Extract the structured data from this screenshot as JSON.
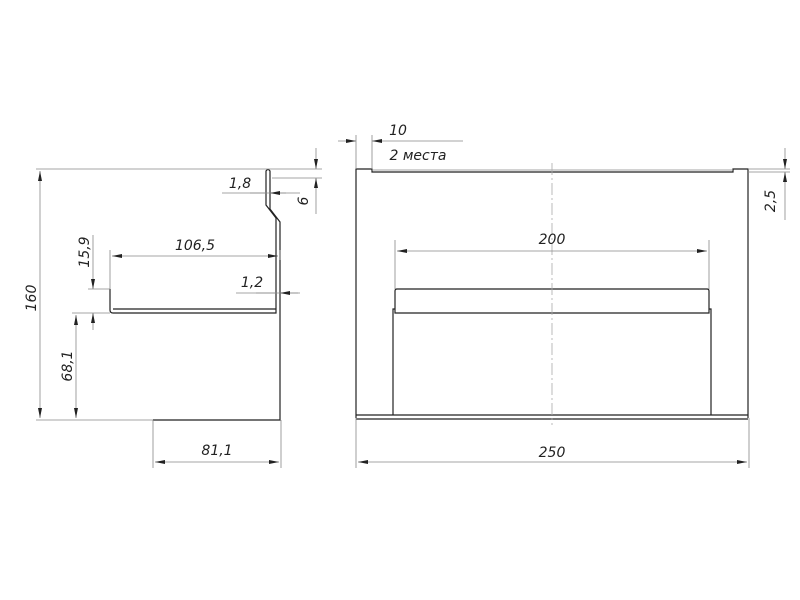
{
  "side_view": {
    "dims": {
      "height_total": "160",
      "shelf_height": "68,1",
      "lip_height": "15,9",
      "shelf_depth": "106,5",
      "wall_thickness": "1,2",
      "hook_thickness": "1,8",
      "hook_height": "6",
      "base_depth": "81,1"
    }
  },
  "front_view": {
    "dims": {
      "offset": "10",
      "offset_note": "2 места",
      "tab_height": "2,5",
      "inner_width": "200",
      "total_width": "250"
    }
  }
}
